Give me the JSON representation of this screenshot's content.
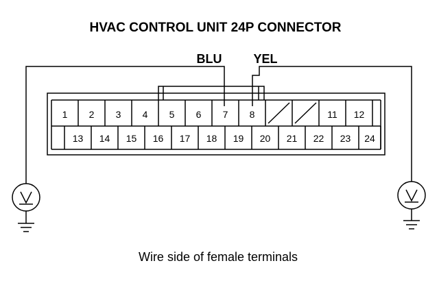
{
  "title": "HVAC CONTROL UNIT 24P CONNECTOR",
  "wire_labels": {
    "blu": "BLU",
    "yel": "YEL"
  },
  "connector": {
    "top_row": [
      "1",
      "2",
      "3",
      "4",
      "5",
      "6",
      "7",
      "8",
      "",
      "",
      "11",
      "12"
    ],
    "bottom_row": [
      "13",
      "14",
      "15",
      "16",
      "17",
      "18",
      "19",
      "20",
      "21",
      "22",
      "23",
      "24"
    ]
  },
  "meter_symbol": "V",
  "caption": "Wire side of female terminals",
  "colors": {
    "ink": "#000000",
    "background": "#ffffff"
  },
  "icons": {
    "meter": "voltmeter-icon",
    "ground": "ground-icon"
  }
}
